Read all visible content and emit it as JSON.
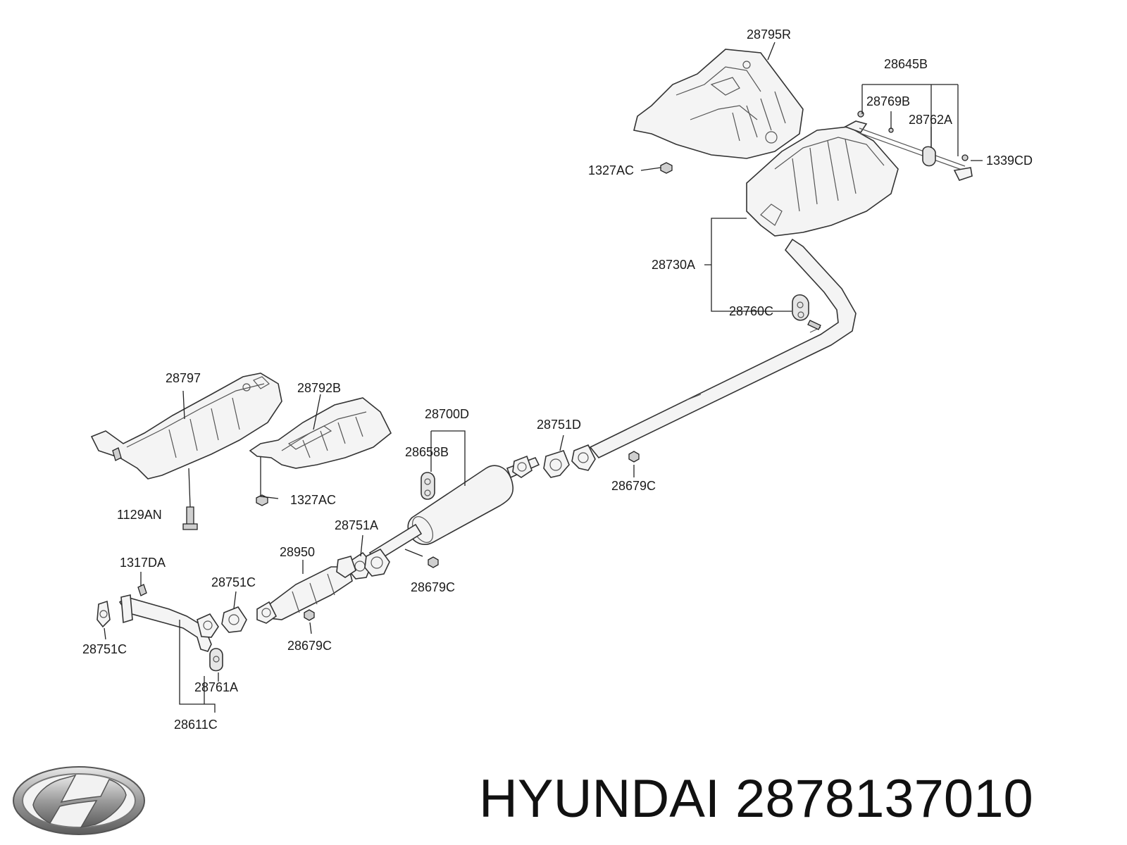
{
  "labels": {
    "l28795R": "28795R",
    "l28645B": "28645B",
    "l28769B": "28769B",
    "l28762A": "28762A",
    "l1339CD": "1339CD",
    "l1327AC_top": "1327AC",
    "l28730A": "28730A",
    "l28760C": "28760C",
    "l28797": "28797",
    "l28792B": "28792B",
    "l28700D": "28700D",
    "l28658B": "28658B",
    "l28751D": "28751D",
    "l28679C_right": "28679C",
    "l1327AC_mid": "1327AC",
    "l1129AN": "1129AN",
    "l28751A": "28751A",
    "l28950": "28950",
    "l1317DA": "1317DA",
    "l28751C_top": "28751C",
    "l28679C_mid": "28679C",
    "l28679C_low": "28679C",
    "l28751C_left": "28751C",
    "l28761A": "28761A",
    "l28611C": "28611C"
  },
  "caption": {
    "brand": "HYUNDAI",
    "part_number": "2878137010"
  },
  "icons": {
    "logo": "hyundai-logo-icon"
  },
  "colors": {
    "line": "#333333",
    "text": "#111111"
  }
}
